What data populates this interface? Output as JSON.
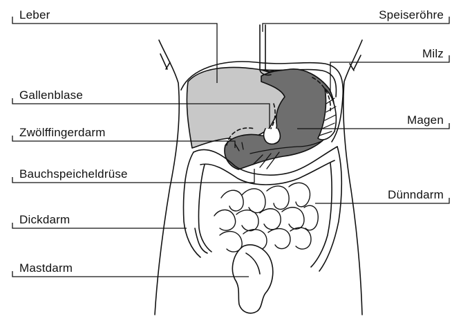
{
  "diagram": {
    "labels_left": {
      "leber": "Leber",
      "gallenblase": "Gallenblase",
      "zwoelffingerdarm": "Zwölffingerdarm",
      "bauchspeicheldruese": "Bauchspeicheldrüse",
      "dickdarm": "Dickdarm",
      "mastdarm": "Mastdarm"
    },
    "labels_right": {
      "speiseroehre": "Speiseröhre",
      "milz": "Milz",
      "magen": "Magen",
      "duenndarm": "Dünndarm"
    },
    "colors": {
      "liver_fill": "#c8c8c8",
      "stomach_fill": "#6e6e6e",
      "outline": "#111111",
      "background": "#ffffff"
    }
  }
}
